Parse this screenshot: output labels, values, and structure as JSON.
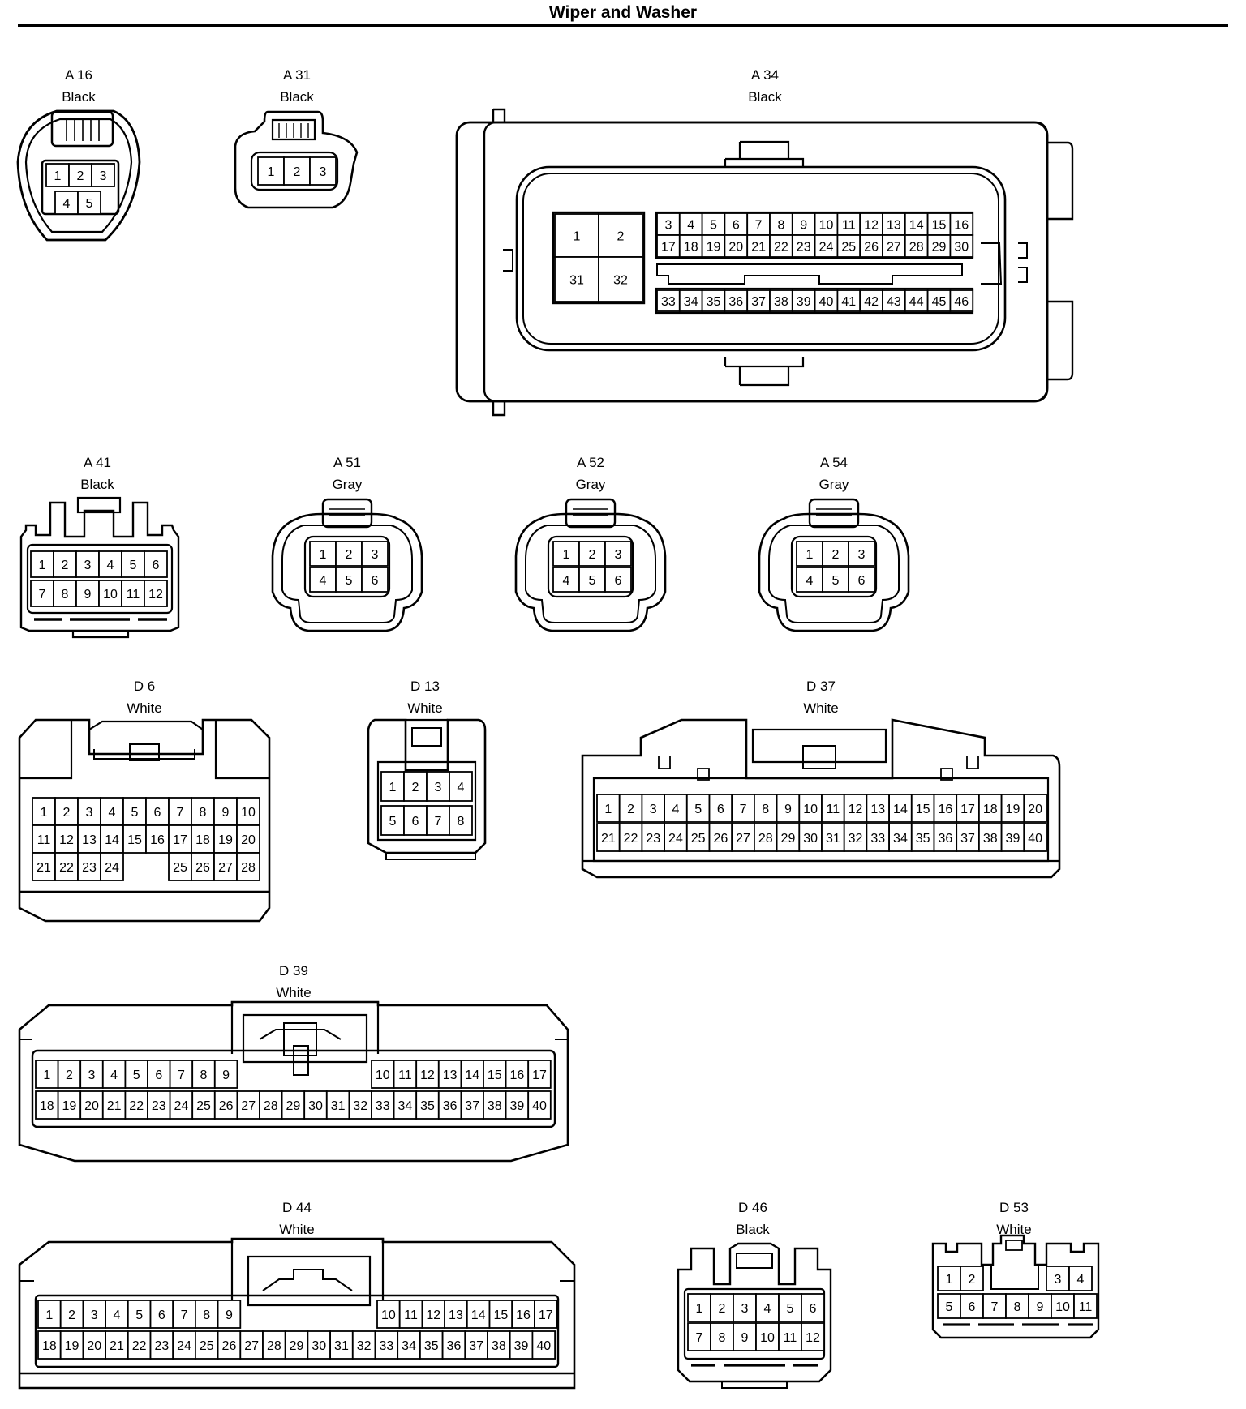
{
  "title": "Wiper and Washer",
  "connectors": [
    {
      "id": "A16",
      "label": "A 16",
      "color": "Black",
      "pins": [
        "1",
        "2",
        "3",
        "4",
        "5"
      ]
    },
    {
      "id": "A31",
      "label": "A 31",
      "color": "Black",
      "pins": [
        "1",
        "2",
        "3"
      ]
    },
    {
      "id": "A34",
      "label": "A 34",
      "color": "Black",
      "pins": [
        "1",
        "2",
        "31",
        "32",
        "3",
        "4",
        "5",
        "6",
        "7",
        "8",
        "9",
        "10",
        "11",
        "12",
        "13",
        "14",
        "15",
        "16",
        "17",
        "18",
        "19",
        "20",
        "21",
        "22",
        "23",
        "24",
        "25",
        "26",
        "27",
        "28",
        "29",
        "30",
        "33",
        "34",
        "35",
        "36",
        "37",
        "38",
        "39",
        "40",
        "41",
        "42",
        "43",
        "44",
        "45",
        "46"
      ]
    },
    {
      "id": "A41",
      "label": "A 41",
      "color": "Black",
      "pins": [
        "1",
        "2",
        "3",
        "4",
        "5",
        "6",
        "7",
        "8",
        "9",
        "10",
        "11",
        "12"
      ]
    },
    {
      "id": "A51",
      "label": "A 51",
      "color": "Gray",
      "pins": [
        "1",
        "2",
        "3",
        "4",
        "5",
        "6"
      ]
    },
    {
      "id": "A52",
      "label": "A 52",
      "color": "Gray",
      "pins": [
        "1",
        "2",
        "3",
        "4",
        "5",
        "6"
      ]
    },
    {
      "id": "A54",
      "label": "A 54",
      "color": "Gray",
      "pins": [
        "1",
        "2",
        "3",
        "4",
        "5",
        "6"
      ]
    },
    {
      "id": "D6",
      "label": "D 6",
      "color": "White",
      "pins": [
        "1",
        "2",
        "3",
        "4",
        "5",
        "6",
        "7",
        "8",
        "9",
        "10",
        "11",
        "12",
        "13",
        "14",
        "15",
        "16",
        "17",
        "18",
        "19",
        "20",
        "21",
        "22",
        "23",
        "24",
        "25",
        "26",
        "27",
        "28"
      ]
    },
    {
      "id": "D13",
      "label": "D 13",
      "color": "White",
      "pins": [
        "1",
        "2",
        "3",
        "4",
        "5",
        "6",
        "7",
        "8"
      ]
    },
    {
      "id": "D37",
      "label": "D 37",
      "color": "White",
      "pins": [
        "1",
        "2",
        "3",
        "4",
        "5",
        "6",
        "7",
        "8",
        "9",
        "10",
        "11",
        "12",
        "13",
        "14",
        "15",
        "16",
        "17",
        "18",
        "19",
        "20",
        "21",
        "22",
        "23",
        "24",
        "25",
        "26",
        "27",
        "28",
        "29",
        "30",
        "31",
        "32",
        "33",
        "34",
        "35",
        "36",
        "37",
        "38",
        "39",
        "40"
      ]
    },
    {
      "id": "D39",
      "label": "D 39",
      "color": "White",
      "pins": [
        "1",
        "2",
        "3",
        "4",
        "5",
        "6",
        "7",
        "8",
        "9",
        "10",
        "11",
        "12",
        "13",
        "14",
        "15",
        "16",
        "17",
        "18",
        "19",
        "20",
        "21",
        "22",
        "23",
        "24",
        "25",
        "26",
        "27",
        "28",
        "29",
        "30",
        "31",
        "32",
        "33",
        "34",
        "35",
        "36",
        "37",
        "38",
        "39",
        "40"
      ]
    },
    {
      "id": "D44",
      "label": "D 44",
      "color": "White",
      "pins": [
        "1",
        "2",
        "3",
        "4",
        "5",
        "6",
        "7",
        "8",
        "9",
        "10",
        "11",
        "12",
        "13",
        "14",
        "15",
        "16",
        "17",
        "18",
        "19",
        "20",
        "21",
        "22",
        "23",
        "24",
        "25",
        "26",
        "27",
        "28",
        "29",
        "30",
        "31",
        "32",
        "33",
        "34",
        "35",
        "36",
        "37",
        "38",
        "39",
        "40"
      ]
    },
    {
      "id": "D46",
      "label": "D 46",
      "color": "Black",
      "pins": [
        "1",
        "2",
        "3",
        "4",
        "5",
        "6",
        "7",
        "8",
        "9",
        "10",
        "11",
        "12"
      ]
    },
    {
      "id": "D53",
      "label": "D 53",
      "color": "White",
      "pins": [
        "1",
        "2",
        "3",
        "4",
        "5",
        "6",
        "7",
        "8",
        "9",
        "10",
        "11"
      ]
    }
  ]
}
